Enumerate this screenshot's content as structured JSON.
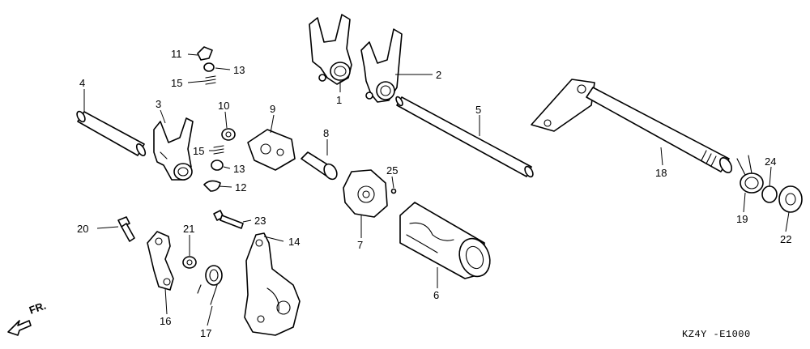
{
  "diagram": {
    "diagram_code": "KZ4Y -E1000",
    "direction_label": "FR.",
    "callouts": {
      "c1": "1",
      "c2": "2",
      "c3": "3",
      "c4": "4",
      "c5": "5",
      "c6": "6",
      "c7": "7",
      "c8": "8",
      "c9": "9",
      "c10": "10",
      "c11": "11",
      "c12": "12",
      "c13a": "13",
      "c13b": "13",
      "c14": "14",
      "c15a": "15",
      "c15b": "15",
      "c16": "16",
      "c17": "17",
      "c18": "18",
      "c19": "19",
      "c20": "20",
      "c21": "21",
      "c22": "22",
      "c23": "23",
      "c24": "24",
      "c25": "25"
    }
  }
}
